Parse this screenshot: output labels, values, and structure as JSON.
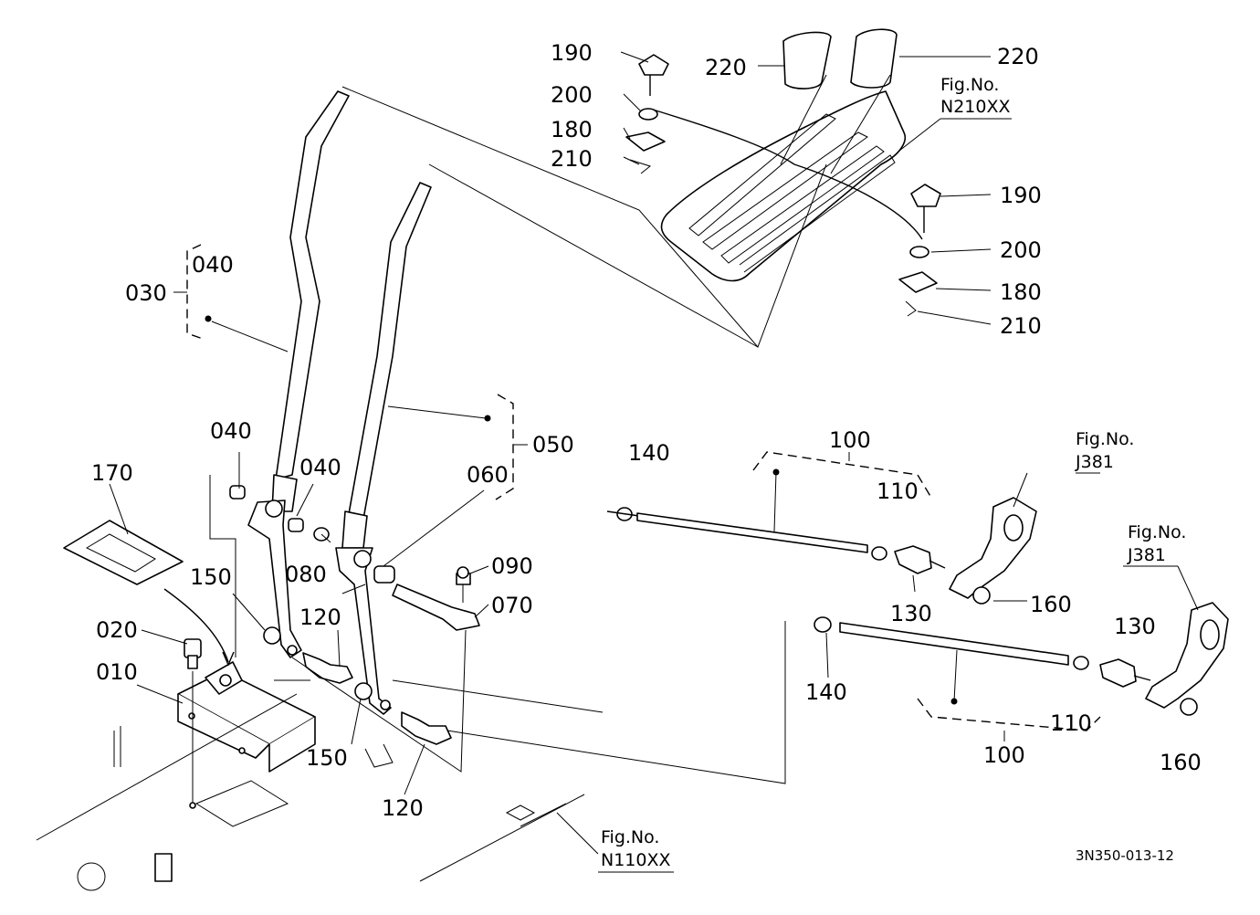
{
  "diagram": {
    "code": "3N350-013-12",
    "parts": {
      "p010": "010",
      "p020": "020",
      "p030": "030",
      "p040a": "040",
      "p040b": "040",
      "p040c": "040",
      "p050": "050",
      "p060": "060",
      "p070": "070",
      "p080": "080",
      "p090": "090",
      "p100a": "100",
      "p100b": "100",
      "p110a": "110",
      "p110b": "110",
      "p120a": "120",
      "p120b": "120",
      "p130a": "130",
      "p130b": "130",
      "p140a": "140",
      "p140b": "140",
      "p150a": "150",
      "p150b": "150",
      "p160a": "160",
      "p160b": "160",
      "p170": "170",
      "p180a": "180",
      "p180b": "180",
      "p190a": "190",
      "p190b": "190",
      "p200a": "200",
      "p200b": "200",
      "p210a": "210",
      "p210b": "210",
      "p220a": "220",
      "p220b": "220"
    },
    "refs": {
      "fig_label": "Fig.No.",
      "n210": "N210XX",
      "j381a": "J381",
      "j381b": "J381",
      "n110": "N110XX"
    }
  }
}
